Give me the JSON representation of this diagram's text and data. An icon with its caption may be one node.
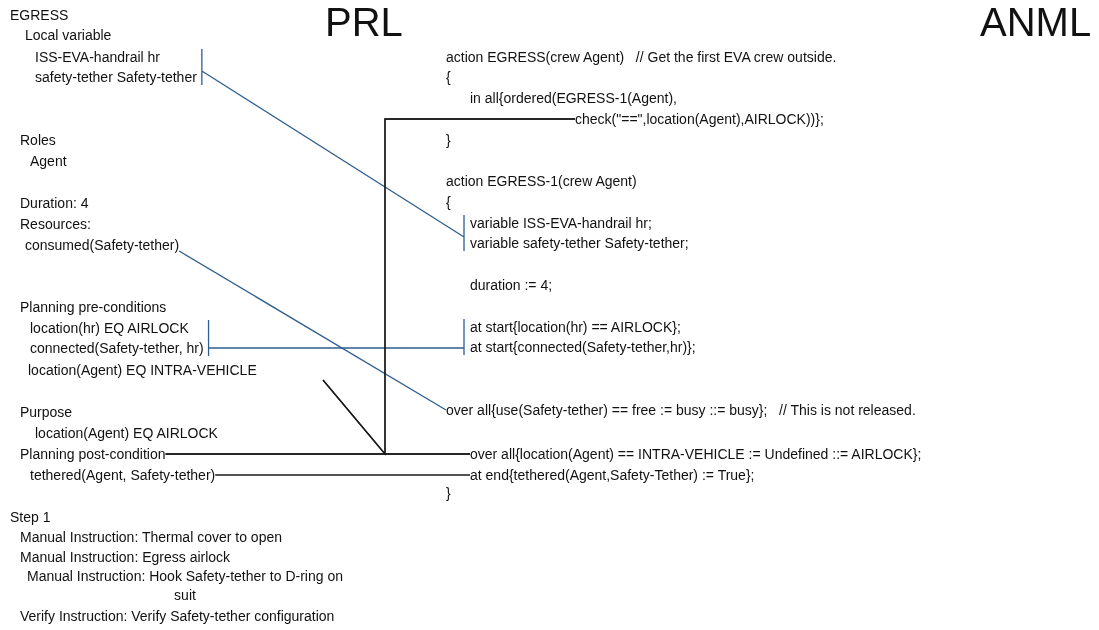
{
  "diagram": {
    "nodes": [
      {
        "text": [
          "ISS-EVA-handrail hr",
          "safety-tether Safety-tether"
        ]
      },
      {
        "text": [
          "consumed(Safety-tether)"
        ]
      },
      {
        "text": [
          "location(hr) EQ AIRLOCK",
          "connected(Safety-tether, hr)"
        ]
      },
      {
        "text": [
          "location(Agent) EQ INTRA-VEHICLE"
        ]
      },
      {
        "text": [
          "Planning post-condition"
        ]
      },
      {
        "text": [
          "tethered(Agent, Safety-tether)"
        ]
      },
      {
        "text": [
          "check(\"==\",location(Agent),AIRLOCK))};"
        ]
      },
      {
        "text": [
          "variable ISS-EVA-handrail hr;",
          "variable safety-tether Safety-tether;"
        ]
      },
      {
        "text": [
          "at start{location(hr) == AIRLOCK};",
          "at start{connected(Safety-tether,hr)};"
        ]
      },
      {
        "text": [
          "over all{use(Safety-tether) == free := busy ::= busy};   // This is not released."
        ]
      },
      {
        "text": [
          "over all{location(Agent) == INTRA-VEHICLE := Undefined ::= AIRLOCK};"
        ]
      },
      {
        "text": [
          "at end{tethered(Agent,Safety-Tether) := True};"
        ]
      }
    ],
    "edges": [
      {
        "from": 0,
        "to": 7,
        "arrow": "none",
        "color": "#2f5f8f"
      },
      {
        "from": 1,
        "to": 9,
        "arrow": "none",
        "color": "#2f5f8f"
      },
      {
        "from": 2,
        "to": 8,
        "arrow": "none",
        "color": "#2f5f8f"
      },
      {
        "from": 3,
        "to": 6,
        "arrow": "none"
      },
      {
        "from": 3,
        "to": 10,
        "arrow": "none"
      },
      {
        "from": 4,
        "to": 6,
        "arrow": "none"
      },
      {
        "from": 4,
        "to": 10,
        "arrow": "none"
      },
      {
        "from": 5,
        "to": 11,
        "arrow": "none"
      }
    ],
    "labels": [
      "EGRESS",
      "Local variable",
      "PRL",
      "ANML",
      "action EGRESS(crew Agent)   // Get the first EVA crew outside.",
      "{",
      "in all{ordered(EGRESS-1(Agent),",
      "}",
      "Roles",
      "Agent",
      "action EGRESS-1(crew Agent)",
      "{",
      "Duration: 4",
      "Resources:",
      "duration := 4;",
      "Planning pre-conditions",
      "Purpose",
      "location(Agent) EQ AIRLOCK",
      "}",
      "Step 1",
      "Manual Instruction: Thermal cover to open",
      "Manual Instruction: Egress airlock",
      "Manual Instruction: Hook Safety-tether to D-ring on suit",
      "Verify Instruction: Verify Safety-tether configuration"
    ]
  }
}
